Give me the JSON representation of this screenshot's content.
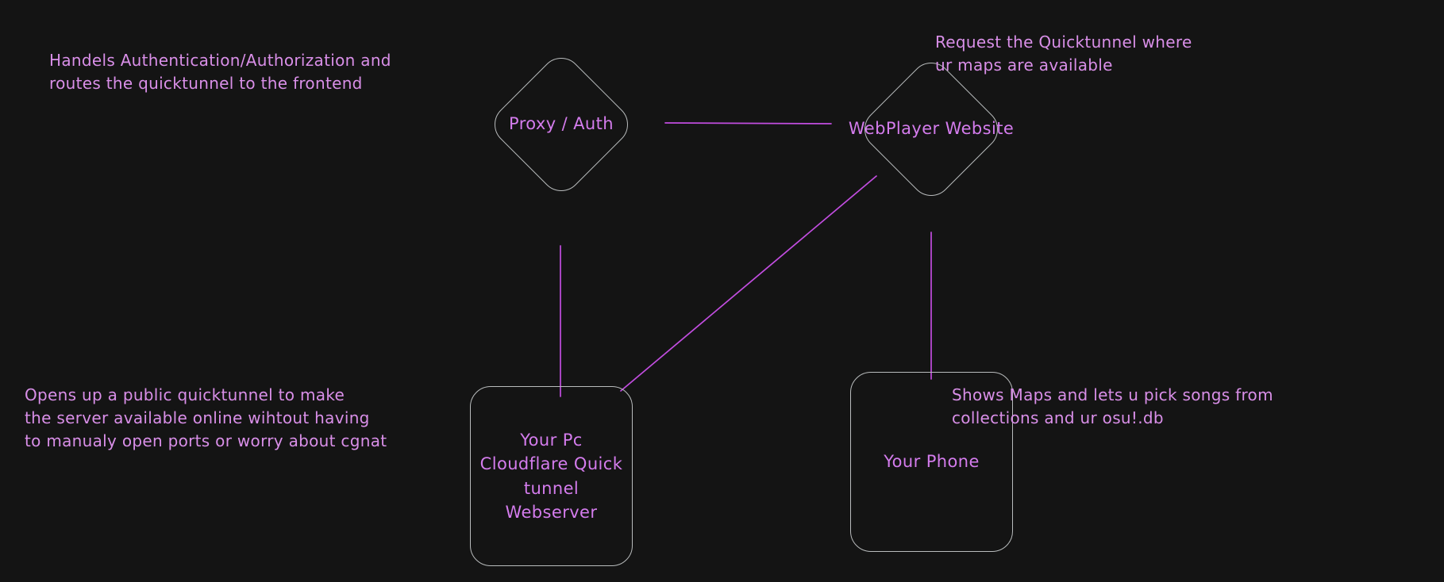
{
  "canvas": {
    "background": "#141414",
    "node_stroke": "#b9bcbd",
    "node_text_color": "#d47ced",
    "note_text_color": "#d98fe8",
    "edge_color": "#c24de0"
  },
  "nodes": {
    "proxy_auth": {
      "label": "Proxy /\nAuth",
      "shape": "diamond"
    },
    "webplayer_website": {
      "label": "WebPlayer\nWebsite",
      "shape": "diamond"
    },
    "your_pc": {
      "label": "Your Pc\nCloudflare Quick\ntunnel\nWebserver",
      "shape": "rounded-rect"
    },
    "your_phone": {
      "label": "Your Phone",
      "shape": "rounded-rect"
    }
  },
  "notes": {
    "proxy_auth": "Handels Authentication/Authorization and\nroutes the quicktunnel to the frontend",
    "webplayer_website": "Request the Quicktunnel where\nur maps are available",
    "your_pc": "Opens up a public quicktunnel to make\nthe server available online wihtout having\nto manualy open ports or worry about cgnat",
    "your_phone": "Shows Maps and lets u pick songs from\ncollections and ur osu!.db"
  },
  "edges": [
    {
      "from": "proxy_auth",
      "to": "webplayer_website",
      "kind": "horizontal"
    },
    {
      "from": "proxy_auth",
      "to": "your_pc",
      "kind": "vertical"
    },
    {
      "from": "webplayer_website",
      "to": "your_pc",
      "kind": "diagonal"
    },
    {
      "from": "webplayer_website",
      "to": "your_phone",
      "kind": "vertical"
    }
  ]
}
